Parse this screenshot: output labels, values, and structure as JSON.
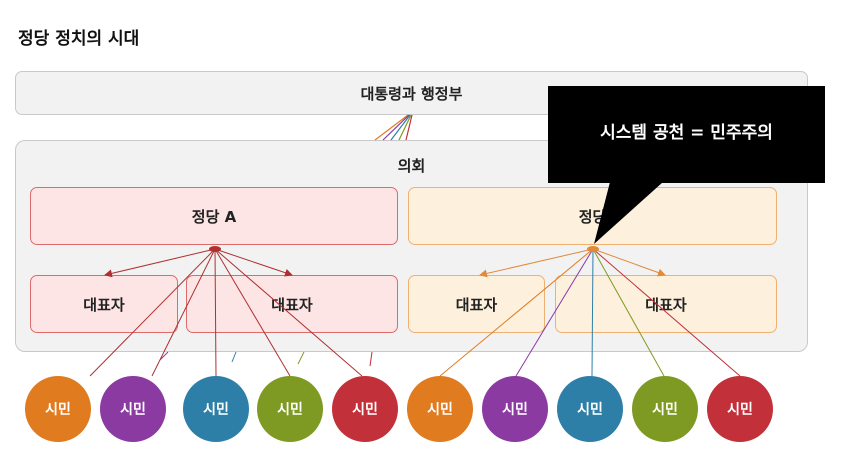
{
  "title": "정당 정치의 시대",
  "president": "대통령과 행정부",
  "assembly": "의회",
  "parties": [
    {
      "name": "정당 A"
    },
    {
      "name": "정당"
    }
  ],
  "representatives": [
    "대표자",
    "대표자",
    "대표자",
    "대표자"
  ],
  "citizens": [
    {
      "label": "시민",
      "color": "#e07b20"
    },
    {
      "label": "시민",
      "color": "#8a3aa0"
    },
    {
      "label": "시민",
      "color": "#2e7fa8"
    },
    {
      "label": "시민",
      "color": "#7f9a22"
    },
    {
      "label": "시민",
      "color": "#c2303a"
    },
    {
      "label": "시민",
      "color": "#e07b20"
    },
    {
      "label": "시민",
      "color": "#8a3aa0"
    },
    {
      "label": "시민",
      "color": "#2e7fa8"
    },
    {
      "label": "시민",
      "color": "#7f9a22"
    },
    {
      "label": "시민",
      "color": "#c2303a"
    }
  ],
  "callout": "시스템 공천 = 민주주의",
  "colors": {
    "party_a_line": "#b03030",
    "party_b_line": "#e08a3a"
  }
}
